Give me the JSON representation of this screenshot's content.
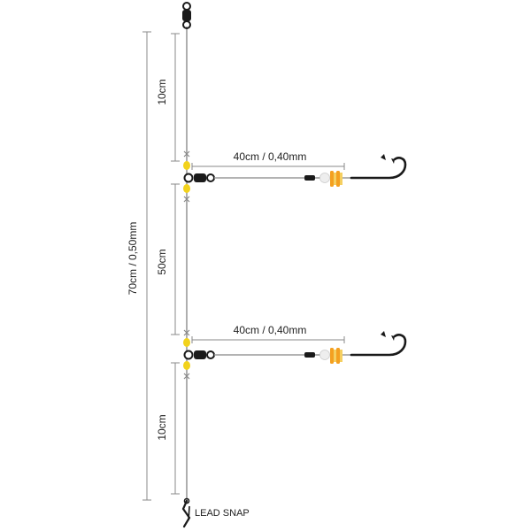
{
  "labels": {
    "total": "70cm / 0,50mm",
    "top_segment": "10cm",
    "middle_segment": "50cm",
    "bottom_segment": "10cm",
    "dropper_1": "40cm / 0,40mm",
    "dropper_2": "40cm / 0,40mm",
    "lead_snap": "LEAD SNAP"
  },
  "colors": {
    "line": "#9a9a9a",
    "dimension": "#8a8a8a",
    "swivel": "#1a1a1a",
    "bead_yellow": "#f2d21c",
    "bead_white": "#eeeeee",
    "spinner_orange": "#f4a020",
    "hook": "#1a1a1a"
  }
}
